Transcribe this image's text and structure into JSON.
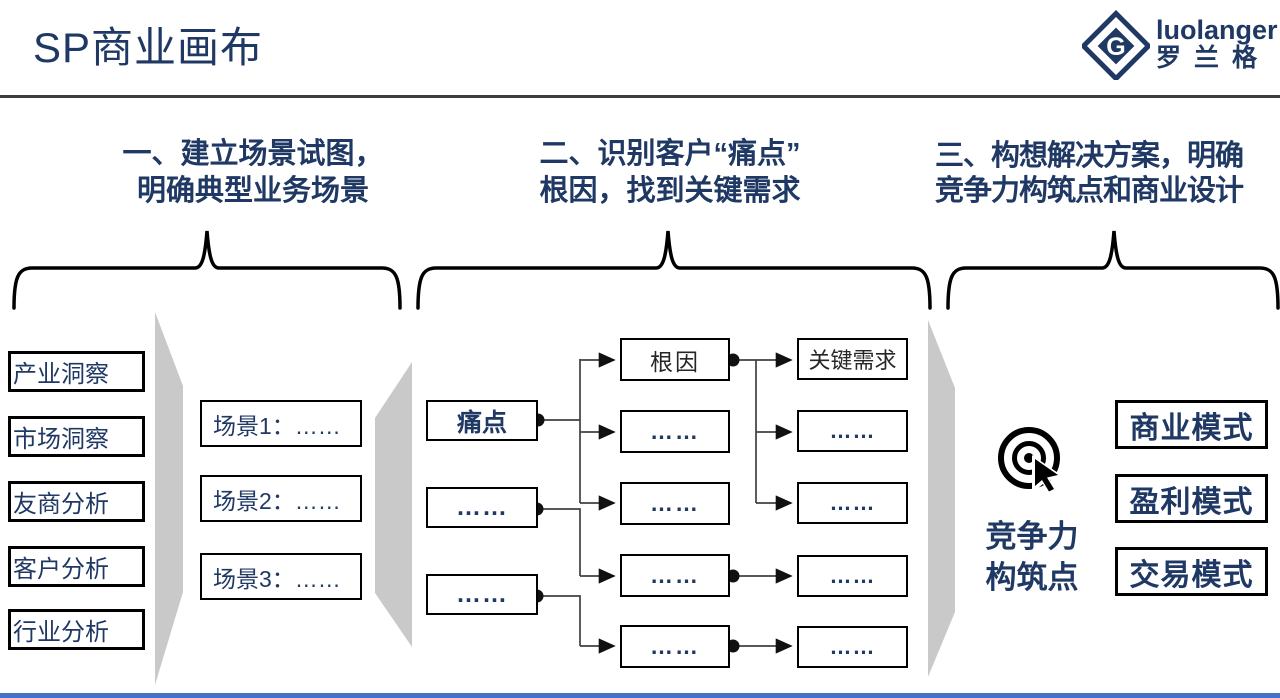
{
  "title": "SP商业画布",
  "logo": {
    "brand": "luolanger",
    "brand_cn": "罗兰格",
    "monogram": "G"
  },
  "colors": {
    "navy": "#1F3864",
    "shape_gray": "#C9C9C9",
    "connector": "#404040",
    "bottom_bar": "#4472C4"
  },
  "steps": [
    {
      "line1": "一、建立场景试图，",
      "line2": "明确典型业务场景"
    },
    {
      "line1": "二、识别客户“痛点”",
      "line2": "根因，找到关键需求"
    },
    {
      "line1": "三、构想解决方案，明确",
      "line2": "竞争力构筑点和商业设计"
    }
  ],
  "analysis_items": [
    "产业洞察",
    "市场洞察",
    "友商分析",
    "客户分析",
    "行业分析"
  ],
  "scenarios": [
    "场景1：……",
    "场景2：……",
    "场景3：……"
  ],
  "pain_column": [
    "痛点",
    "……",
    "……"
  ],
  "cause_column": [
    "根因",
    "……",
    "……",
    "……",
    "……"
  ],
  "need_column": [
    "关键需求",
    "……",
    "……",
    "……",
    "……"
  ],
  "competitiveness": {
    "line1": "竞争力",
    "line2": "构筑点"
  },
  "models": [
    "商业模式",
    "盈利模式",
    "交易模式"
  ]
}
